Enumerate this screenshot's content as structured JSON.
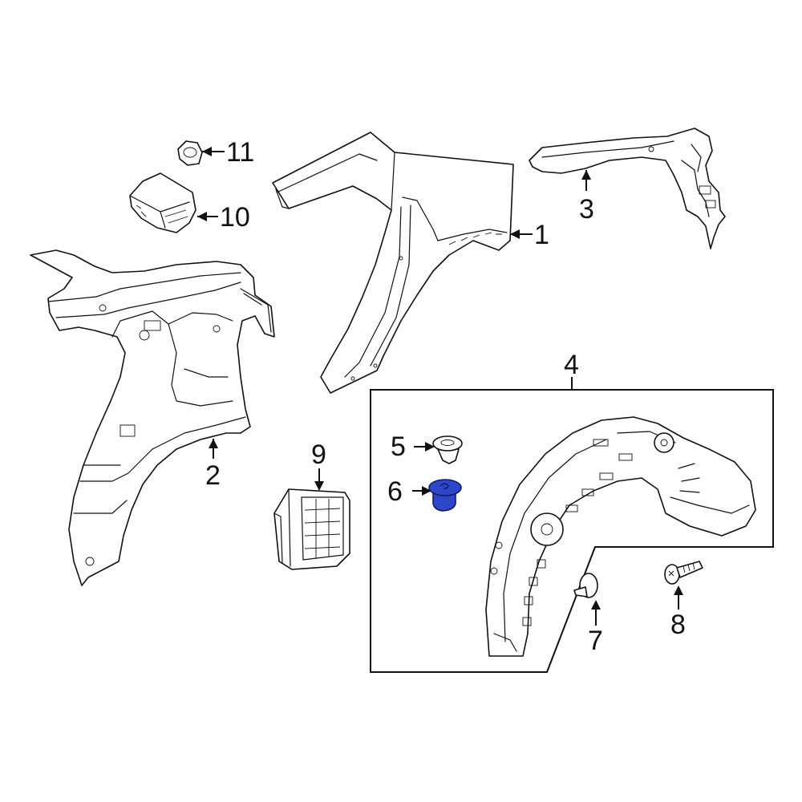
{
  "diagram": {
    "callouts": [
      {
        "id": "1",
        "label": "1"
      },
      {
        "id": "2",
        "label": "2"
      },
      {
        "id": "3",
        "label": "3"
      },
      {
        "id": "4",
        "label": "4"
      },
      {
        "id": "5",
        "label": "5"
      },
      {
        "id": "6",
        "label": "6"
      },
      {
        "id": "7",
        "label": "7"
      },
      {
        "id": "8",
        "label": "8"
      },
      {
        "id": "9",
        "label": "9"
      },
      {
        "id": "10",
        "label": "10"
      },
      {
        "id": "11",
        "label": "11"
      }
    ],
    "highlighted_part": "6",
    "colors": {
      "line": "#111111",
      "background": "#ffffff",
      "highlight": "#2d47c8"
    }
  }
}
